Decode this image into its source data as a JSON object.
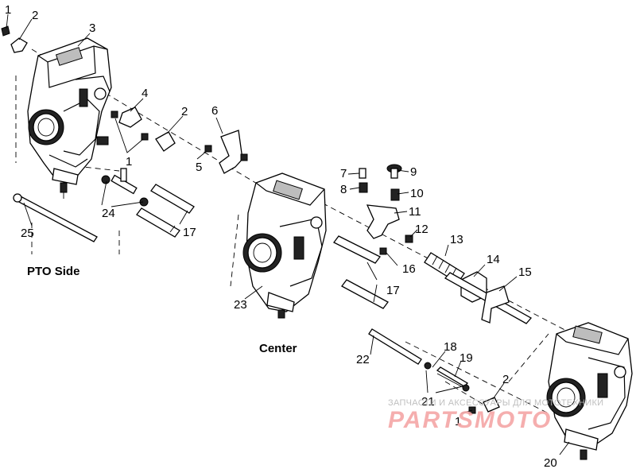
{
  "sections": {
    "pto_side": "PTO Side",
    "center": "Center"
  },
  "callouts": [
    {
      "key": "c1a",
      "text": "1"
    },
    {
      "key": "c2a",
      "text": "2"
    },
    {
      "key": "c3",
      "text": "3"
    },
    {
      "key": "c4",
      "text": "4"
    },
    {
      "key": "c2b",
      "text": "2"
    },
    {
      "key": "c1b",
      "text": "1"
    },
    {
      "key": "c5",
      "text": "5"
    },
    {
      "key": "c6",
      "text": "6"
    },
    {
      "key": "c7",
      "text": "7"
    },
    {
      "key": "c8",
      "text": "8"
    },
    {
      "key": "c9",
      "text": "9"
    },
    {
      "key": "c10",
      "text": "10"
    },
    {
      "key": "c11",
      "text": "11"
    },
    {
      "key": "c12",
      "text": "12"
    },
    {
      "key": "c13",
      "text": "13"
    },
    {
      "key": "c14",
      "text": "14"
    },
    {
      "key": "c15",
      "text": "15"
    },
    {
      "key": "c16",
      "text": "16"
    },
    {
      "key": "c17a",
      "text": "17"
    },
    {
      "key": "c17b",
      "text": "17"
    },
    {
      "key": "c24",
      "text": "24"
    },
    {
      "key": "c25",
      "text": "25"
    },
    {
      "key": "c23",
      "text": "23"
    },
    {
      "key": "c22",
      "text": "22"
    },
    {
      "key": "c18",
      "text": "18"
    },
    {
      "key": "c19",
      "text": "19"
    },
    {
      "key": "c21",
      "text": "21"
    },
    {
      "key": "c2c",
      "text": "2"
    },
    {
      "key": "c1c",
      "text": "1"
    },
    {
      "key": "c20",
      "text": "20"
    }
  ],
  "watermark": {
    "line1": "ЗАПЧАСТИ И АКСЕССУАРЫ ДЛЯ МОТОТЕХНИКИ",
    "line2": "PARTSMOTO",
    "color": "#f4a6a6"
  }
}
